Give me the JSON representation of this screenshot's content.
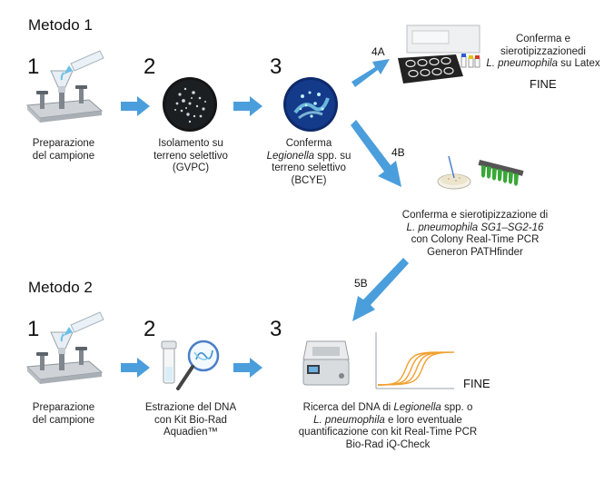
{
  "method1": {
    "title": "Metodo 1",
    "steps": [
      {
        "num": "1",
        "label_l1": "Preparazione",
        "label_l2": "del campione"
      },
      {
        "num": "2",
        "label_l1": "Isolamento su",
        "label_l2": "terreno selettivo",
        "label_l3": "(GVPC)"
      },
      {
        "num": "3",
        "label_l1": "Conferma",
        "label_l2_italic": "Legionella",
        "label_l2_rest": " spp. su",
        "label_l3": "terreno selettivo",
        "label_l4": "(BCYE)"
      }
    ],
    "branch_4a": {
      "tag": "4A",
      "label_l1": "Conferma e",
      "label_l2": "sierotipizzazionedi",
      "label_l3_italic": "L. pneumophila",
      "label_l3_rest": " su Latex",
      "end": "FINE"
    },
    "branch_4b": {
      "tag": "4B",
      "label_l1": "Conferma e sierotipizzazione di",
      "label_l2_italic": "L. pneumophila SG1–SG2-16",
      "label_l3": "con Colony Real-Time PCR",
      "label_l4": "Generon PATHfinder"
    }
  },
  "method2": {
    "title": "Metodo 2",
    "link_tag": "5B",
    "steps": [
      {
        "num": "1",
        "label_l1": "Preparazione",
        "label_l2": "del campione"
      },
      {
        "num": "2",
        "label_l1": "Estrazione del DNA",
        "label_l2": "con Kit Bio-Rad",
        "label_l3": "Aquadien™"
      },
      {
        "num": "3",
        "label_l1_pre": "Ricerca del DNA di ",
        "label_l1_italic": "Legionella",
        "label_l1_post": " spp. o",
        "label_l2_italic": "L. pneumophila",
        "label_l2_post": " e loro eventuale",
        "label_l3": "quantificazione con kit Real-Time PCR",
        "label_l4": "Bio-Rad iQ-Check"
      }
    ],
    "end": "FINE"
  },
  "colors": {
    "arrow": "#4a9edc",
    "plate_dark": "#151515",
    "plate_blue": "#0d2a6b",
    "pcr_curve": "#f0a030",
    "tube_green": "#3aa838"
  }
}
